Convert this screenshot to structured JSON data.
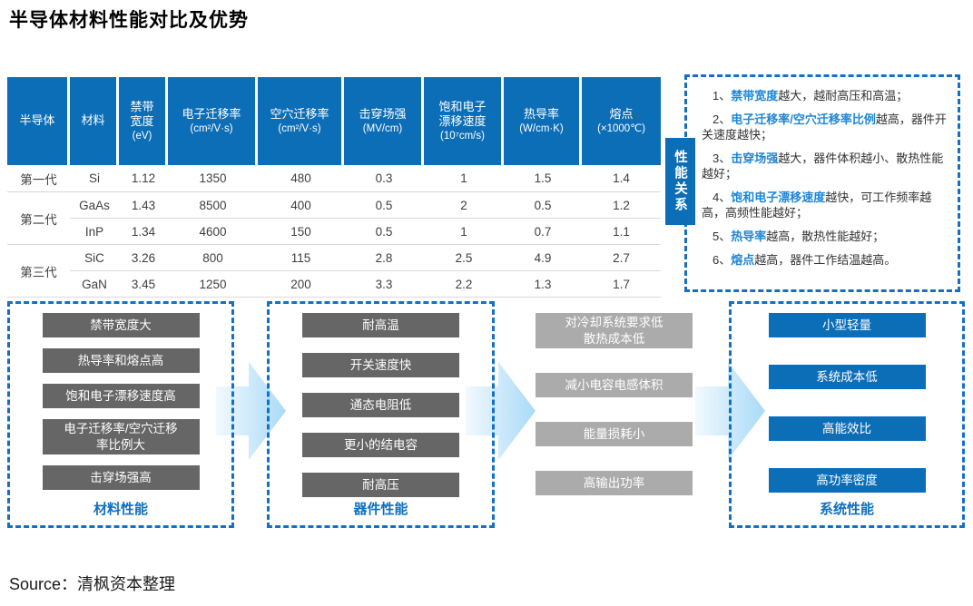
{
  "title": "半导体材料性能对比及优势",
  "source": "Source：清枫资本整理",
  "colors": {
    "primary_blue": "#0d6eb8",
    "dashed_border_blue": "#1370c6",
    "term_highlight_blue": "#1e86d6",
    "label_blue": "#0f70bf",
    "dark_gray_box": "#666666",
    "light_gray_box": "#ababab",
    "row_separator": "#d9d9d9"
  },
  "table": {
    "headers": [
      {
        "title": "半导体",
        "unit": ""
      },
      {
        "title": "材料",
        "unit": ""
      },
      {
        "title": "禁带\n宽度",
        "unit": "(eV)"
      },
      {
        "title": "电子迁移率",
        "unit": "(cm²/V·s)"
      },
      {
        "title": "空穴迁移率",
        "unit": "(cm²/V·s)"
      },
      {
        "title": "击穿场强",
        "unit": "(MV/cm)"
      },
      {
        "title": "饱和电子\n漂移速度",
        "unit": "(10⁷cm/s)"
      },
      {
        "title": "热导率",
        "unit": "(W/cm·K)"
      },
      {
        "title": "熔点",
        "unit": "(×1000℃)"
      }
    ],
    "generations": [
      {
        "label": "第一代",
        "rows": 1
      },
      {
        "label": "第二代",
        "rows": 2
      },
      {
        "label": "第三代",
        "rows": 2
      }
    ],
    "rows": [
      {
        "material": "Si",
        "values": [
          "1.12",
          "1350",
          "480",
          "0.3",
          "1",
          "1.5",
          "1.4"
        ]
      },
      {
        "material": "GaAs",
        "values": [
          "1.43",
          "8500",
          "400",
          "0.5",
          "2",
          "0.5",
          "1.2"
        ]
      },
      {
        "material": "InP",
        "values": [
          "1.34",
          "4600",
          "150",
          "0.5",
          "1",
          "0.7",
          "1.1"
        ]
      },
      {
        "material": "SiC",
        "values": [
          "3.26",
          "800",
          "115",
          "2.8",
          "2.5",
          "4.9",
          "2.7"
        ]
      },
      {
        "material": "GaN",
        "values": [
          "3.45",
          "1250",
          "200",
          "3.3",
          "2.2",
          "1.3",
          "1.7"
        ]
      }
    ]
  },
  "relations": {
    "tab": "性能关系",
    "items": [
      {
        "num": "1、",
        "term": "禁带宽度",
        "rest": "越大，越耐高压和高温；"
      },
      {
        "num": "2、",
        "term": "电子迁移率/空穴迁移率比例",
        "rest": "越高，器件开关速度越快；"
      },
      {
        "num": "3、",
        "term": "击穿场强",
        "rest": "越大，器件体积越小、散热性能越好；"
      },
      {
        "num": "4、",
        "term": "饱和电子漂移速度",
        "rest": "越快，可工作频率越高，高频性能越好；"
      },
      {
        "num": "5、",
        "term": "热导率",
        "rest": "越高，散热性能越好；"
      },
      {
        "num": "6、",
        "term": "熔点",
        "rest": "越高，器件工作结温越高。"
      }
    ]
  },
  "flow": {
    "groups": [
      {
        "label": "材料性能",
        "style": "dark",
        "bordered": true,
        "boxes": [
          "禁带宽度大",
          "热导率和熔点高",
          "饱和电子漂移速度高",
          "电子迁移率/空穴迁移\n率比例大",
          "击穿场强高"
        ]
      },
      {
        "label": "器件性能",
        "style": "dark",
        "bordered": true,
        "boxes": [
          "耐高温",
          "开关速度快",
          "通态电阻低",
          "更小的结电容",
          "耐高压"
        ]
      },
      {
        "label": "",
        "style": "light",
        "bordered": false,
        "boxes": [
          "对冷却系统要求低\n散热成本低",
          "减小电容电感体积",
          "能量损耗小",
          "高输出功率"
        ]
      },
      {
        "label": "系统性能",
        "style": "blue",
        "bordered": true,
        "boxes": [
          "小型轻量",
          "系统成本低",
          "高能效比",
          "高功率密度"
        ]
      }
    ]
  }
}
